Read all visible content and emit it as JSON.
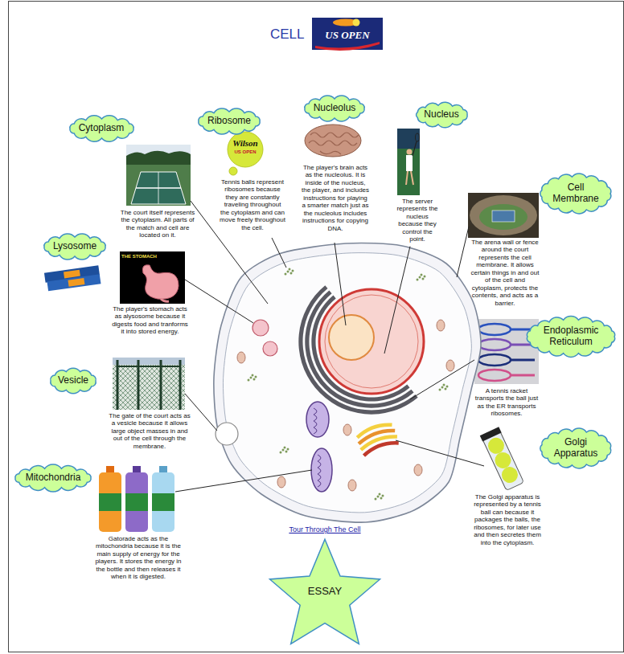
{
  "diagram": {
    "title": "CELL",
    "nodes": [
      {
        "text": [
          "Nucleolus"
        ]
      },
      {
        "text": [
          "Nucleus"
        ]
      },
      {
        "text": [
          "Ribosome"
        ]
      },
      {
        "text": [
          "Cytoplasm"
        ]
      },
      {
        "text": [
          "Cell Membrane"
        ]
      },
      {
        "text": [
          "Lysosome"
        ]
      },
      {
        "text": [
          "Endoplasmic Reticulum"
        ]
      },
      {
        "text": [
          "Vesicle"
        ]
      },
      {
        "text": [
          "Golgi Apparatus"
        ]
      },
      {
        "text": [
          "Mitochondria"
        ]
      },
      {
        "text": [
          "ESSAY"
        ]
      }
    ],
    "labels": [
      "US OPEN",
      "Wilson",
      "US OPEN",
      "The player's brain acts as the nucleolus. It is inside of the nucleus, the player, and includes instructions for playing a smarter match just as the nucleolus includes instructions for copying DNA.",
      "Tennis balls represent ribosomes because they are constantly traveling throughout the cytoplasm and can move freely throughout the cell.",
      "The server represents the nucleus because they control the point.",
      "The court itself represents the cytoplasm. All parts of the match and cell are located on it.",
      "The arena wall or fence around the court represents the cell membrane. It allows certain things in and out of the cell and cytoplasm, protects the contents, and acts as a barrier.",
      "THE STOMACH",
      "The player's stomach acts as alysosome because it digests food and tranforms it into stored energy.",
      "A tennis racket transports the ball just as the ER transports ribosomes.",
      "The gate of the court acts as a vesicle because it allows large object masses in and out of the cell through the membrane.",
      "The Golgi apparatus is represented by a tennis ball can because it packages the balls, the ribosomes, for later use and then secretes them into the cytoplasm.",
      "Tour Through The Cell",
      "Gatorade acts as the mitochondria because it is the main supply of energy for the players. It stores the energy in the bottle and then releases it when it is digested."
    ]
  }
}
